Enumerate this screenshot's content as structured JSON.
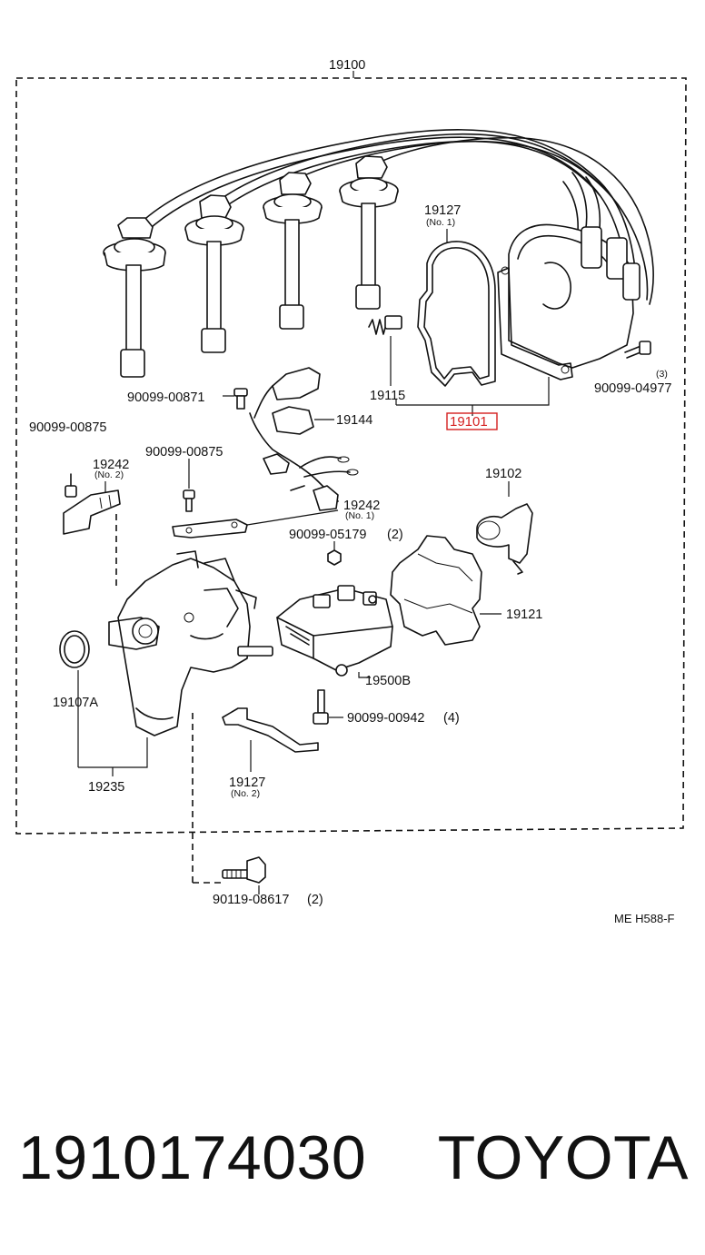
{
  "diagram": {
    "highlight_color": "#d42020",
    "labels": {
      "assembly": "19100",
      "cap_gasket": "19127",
      "cap_gasket_no": "(No. 1)",
      "spring": "19115",
      "cap": "19101",
      "screw_cap": "90099-04977",
      "screw_cap_qty": "(3)",
      "bolt_a": "90099-00871",
      "wire_harness": "19144",
      "bolt_b": "90099-00875",
      "bolt_c": "90099-00875",
      "clamp_no2": "19242",
      "clamp_no2_sub": "(No. 2)",
      "clamp_no1": "19242",
      "clamp_no1_sub": "(No. 1)",
      "nut": "90099-05179",
      "nut_qty": "(2)",
      "rotor": "19102",
      "cover": "19121",
      "oring": "19107A",
      "coil": "19500B",
      "screw_coil": "90099-00942",
      "screw_coil_qty": "(4)",
      "housing": "19235",
      "gasket2": "19127",
      "gasket2_no": "(No. 2)",
      "bolt_mount": "90119-08617",
      "bolt_mount_qty": "(2)",
      "drawing_code": "ME H588-F"
    }
  },
  "footer": {
    "part_number": "1910174030",
    "brand": "TOYOTA"
  }
}
